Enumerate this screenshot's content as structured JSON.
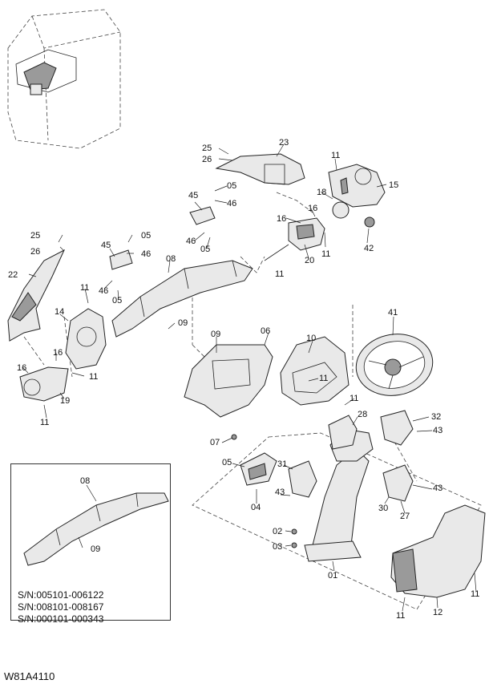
{
  "diagram": {
    "code": "W81A4110",
    "inset": {
      "serials": [
        "S/N:005101-006122",
        "S/N:008101-008167",
        "S/N:000101-000343"
      ],
      "labels": {
        "p08": "08",
        "p09": "09"
      }
    },
    "callouts": {
      "c25a": "25",
      "c26a": "26",
      "c23": "23",
      "c11a": "11",
      "c15": "15",
      "c05a": "05",
      "c46a": "46",
      "c45a": "45",
      "c18": "18",
      "c16a": "16",
      "c16b": "16",
      "c05b": "05",
      "c46b": "46",
      "c20": "20",
      "c11b": "11",
      "c42": "42",
      "c25b": "25",
      "c26b": "26",
      "c45b": "45",
      "c05c": "05",
      "c46c": "46",
      "c08": "08",
      "c11c": "11",
      "c22": "22",
      "c11d": "11",
      "c46d": "46",
      "c05d": "05",
      "c14": "14",
      "c09a": "09",
      "c16c": "16",
      "c16d": "16",
      "c11e": "11",
      "c19": "19",
      "c11f": "11",
      "c41": "41",
      "c09b": "09",
      "c06": "06",
      "c10": "10",
      "c11g": "11",
      "c11h": "11",
      "c28": "28",
      "c32": "32",
      "c43a": "43",
      "c07": "07",
      "c05e": "05",
      "c31": "31",
      "c43b": "43",
      "c04": "04",
      "c43c": "43",
      "c30": "30",
      "c27": "27",
      "c02": "02",
      "c03": "03",
      "c01": "01",
      "c11i": "11",
      "c12": "12",
      "c11j": "11"
    }
  }
}
